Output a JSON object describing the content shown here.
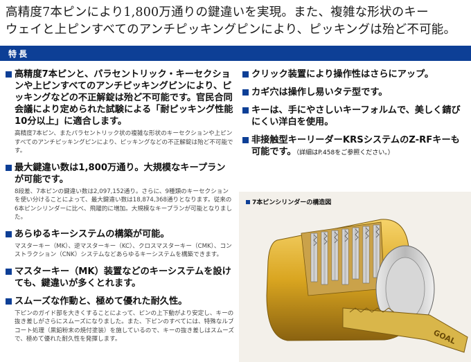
{
  "headline": {
    "line1": "高精度7本ピンにより1,800万通りの鍵違いを実現。また、複雑な形状のキー",
    "line2": "ウェイと上ピンすべてのアンチピッキングピンにより、ピッキングは殆ど不可能。"
  },
  "section_title": "特長",
  "left_items": [
    {
      "heading": "高精度7本ピンと、パラセントリック・キーセクションや上ピンすべてのアンチピッキングピンにより、ピッキングなどの不正解錠は殆ど不可能です。官民合同会議により定められた試験による「耐ピッキング性能10分以上」に適合します。",
      "body": "高精度7本ピン、またパラセントリック状の複雑な形状のキーセクションや上ピンすべてのアンチピッキングピンにより、ピッキングなどの不正解錠は殆ど不可能です。"
    },
    {
      "heading": "最大鍵違い数は1,800万通り。大規模なキープランが可能です。",
      "body": "8段差、7本ピンの鍵違い数は2,097,152通り。さらに、9種類のキーセクションを使い分けることによって、最大鍵違い数は18,874,368通りとなります。従来の6本ピンシリンダーに比べ、飛躍的に増加。大規模なキープランが可能となりました。"
    },
    {
      "heading": "あらゆるキーシステムの構築が可能。",
      "body": "マスターキー（MK）、逆マスターキー（KC）、クロスマスターキー（CMK）、コンストラクション（CNK）システムなどあらゆるキーシステムを構築できます。"
    },
    {
      "heading": "マスターキー（MK）装置などのキーシステムを設けても、鍵違いが多くとれます。",
      "body": ""
    },
    {
      "heading": "スムーズな作動と、極めて優れた耐久性。",
      "body": "下ピンのガイド部を大きくすることによって、ピンの上下動がより安定し、キーの抜き差しがさらにスムーズになりました。また、下ピンのすべてには、特殊なルブコート処理（黒鉛粉末の焼付塗装）を施しているので、キーの抜き差しはスムーズで、極めて優れた耐久性を発揮します。"
    }
  ],
  "right_items": [
    {
      "heading": "クリック装置により操作性はさらにアップ。"
    },
    {
      "heading": "カギ穴は操作し易いタテ型です。"
    },
    {
      "heading": "キーは、手にやさしいキーフォルムで、美しく錆びにくい洋白を使用。"
    },
    {
      "heading": "非接触型キーリーダーKRSシステムのZ-RFキーも可能です。",
      "note": "（詳細はP.458をご参照ください。）"
    }
  ],
  "figure": {
    "title": "7本ピンシリンダーの構造図",
    "key_text": "GOAL"
  },
  "colors": {
    "accent": "#0d3f96",
    "brass": "#d9a520"
  }
}
